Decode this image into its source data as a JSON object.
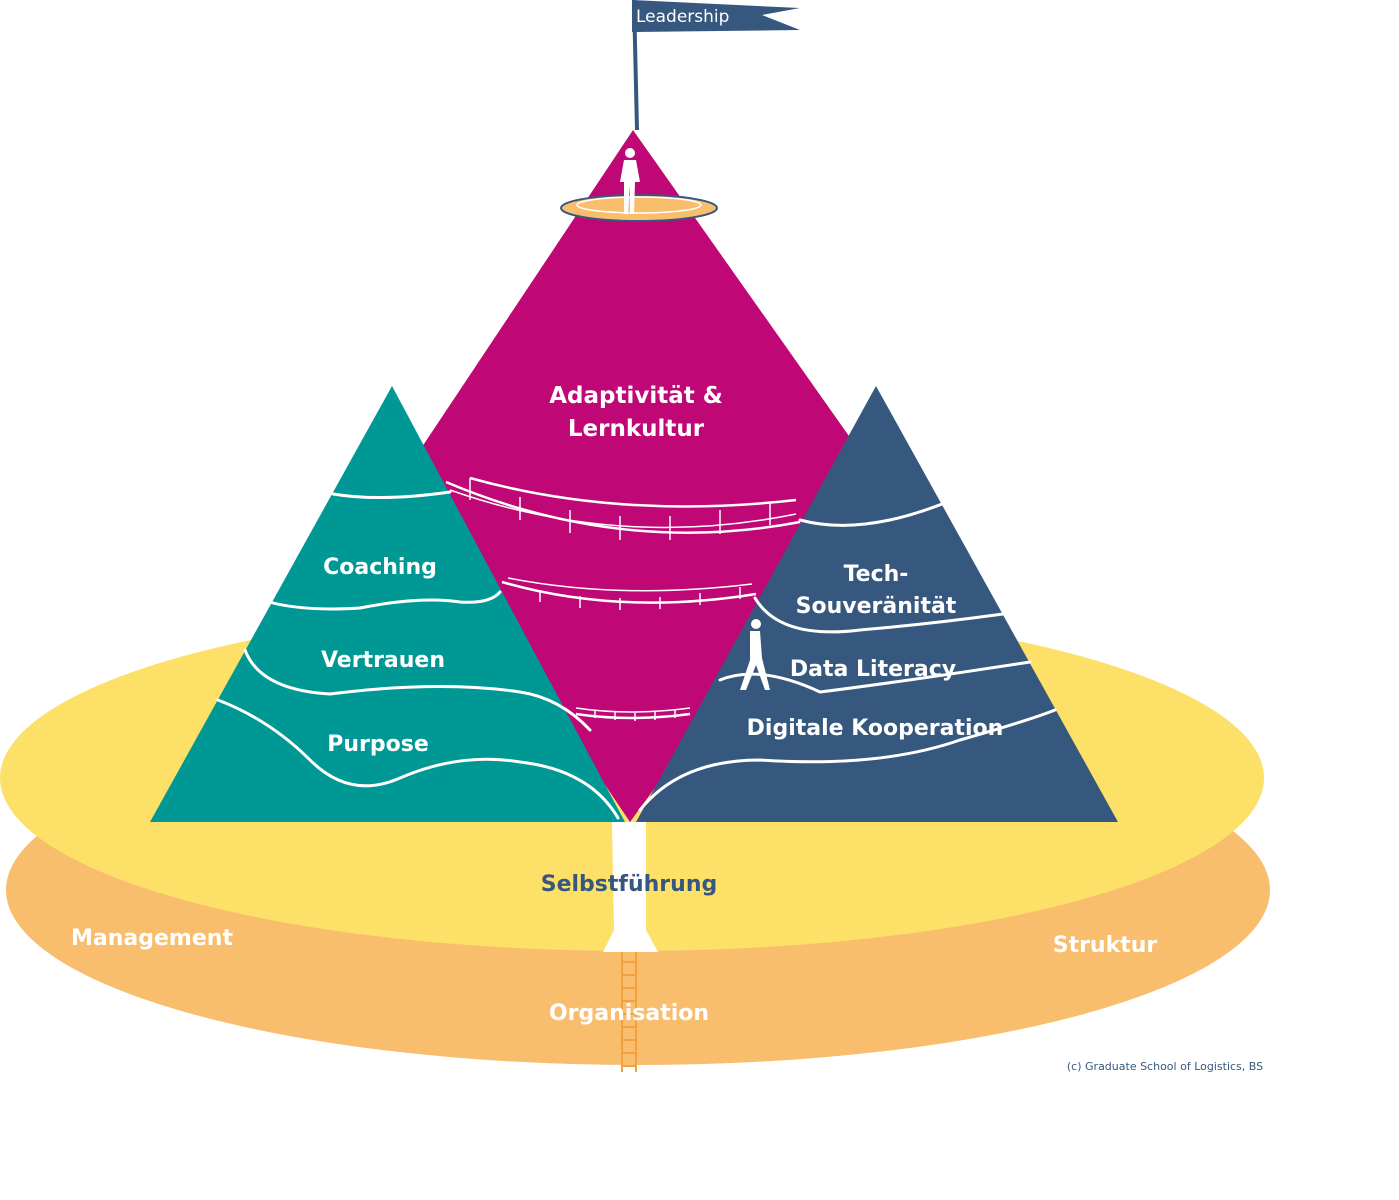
{
  "flag": {
    "label": "Leadership",
    "color": "#37587e"
  },
  "peaks": {
    "center": {
      "label_line1": "Adaptivität &",
      "label_line2": "Lernkultur",
      "color": "#bf0775"
    },
    "left": {
      "color": "#009895",
      "layers": [
        "Coaching",
        "Vertrauen",
        "Purpose"
      ]
    },
    "right": {
      "color": "#37587e",
      "layers": [
        "Tech-",
        "Souveränität",
        "Data Literacy",
        "Digitale Kooperation"
      ]
    }
  },
  "base": {
    "top_disc_color": "#fde068",
    "bottom_disc_color": "#f9bd6e",
    "center_label": "Selbstführung",
    "left_label": "Management",
    "right_label": "Struktur",
    "bottom_label": "Organisation"
  },
  "copyright": "(c) Graduate School of Logistics, BS",
  "icons": [
    "flag-icon",
    "person-standing-icon",
    "person-walking-icon",
    "ladder-icon",
    "bridge-icon",
    "lookout-platform-icon"
  ]
}
